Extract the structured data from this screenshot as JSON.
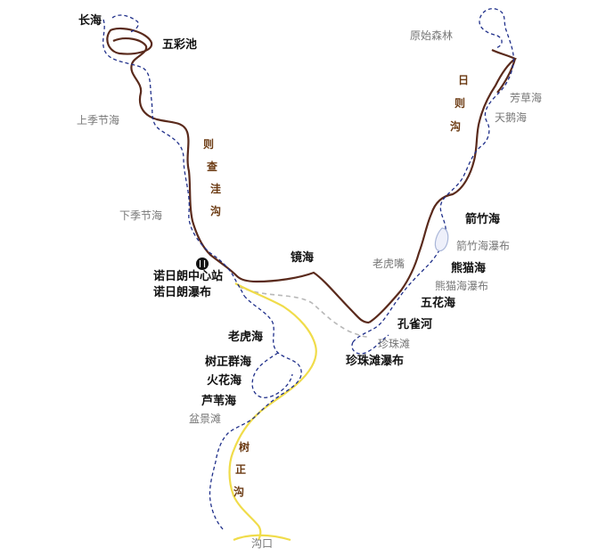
{
  "map": {
    "valleys": {
      "zechawa": [
        "则",
        "查",
        "洼",
        "沟"
      ],
      "rize": [
        "日",
        "则",
        "沟"
      ],
      "shuzheng": [
        "树",
        "正",
        "沟"
      ]
    },
    "spots_major": {
      "changhai": "长海",
      "wucaichi": "五彩池",
      "jinghai": "镜海",
      "nuorilang_center": "诺日朗中心站",
      "nuorilang_falls": "诺日朗瀑布",
      "jianzhuhai": "箭竹海",
      "xiongmaohai": "熊猫海",
      "wuhuahai": "五花海",
      "kongquehe": "孔雀河",
      "zhenzhutan_falls": "珍珠滩瀑布",
      "laohuhai": "老虎海",
      "shuzhengqunhai": "树正群海",
      "huohuahai": "火花海",
      "luweihai": "芦苇海"
    },
    "spots_minor": {
      "yuanshisenlin": "原始森林",
      "fangcaohai": "芳草海",
      "tianehai": "天鹅海",
      "shangjijiehai": "上季节海",
      "xiajijiehai": "下季节海",
      "laohuzui": "老虎嘴",
      "jianzhuhai_falls": "箭竹海瀑布",
      "xiongmaohai_falls": "熊猫海瀑布",
      "zhenzhutan": "珍珠滩",
      "penjingtan": "盆景滩",
      "goukou": "沟口"
    },
    "icons": {
      "station": "restaurant-icon"
    },
    "colors": {
      "road_upper": "#5a2a1c",
      "road_lower": "#f0dc4a",
      "trail": "#1f2f8a",
      "path_grey": "#b8b8b8",
      "waterfall": "#a9b6d8"
    }
  }
}
